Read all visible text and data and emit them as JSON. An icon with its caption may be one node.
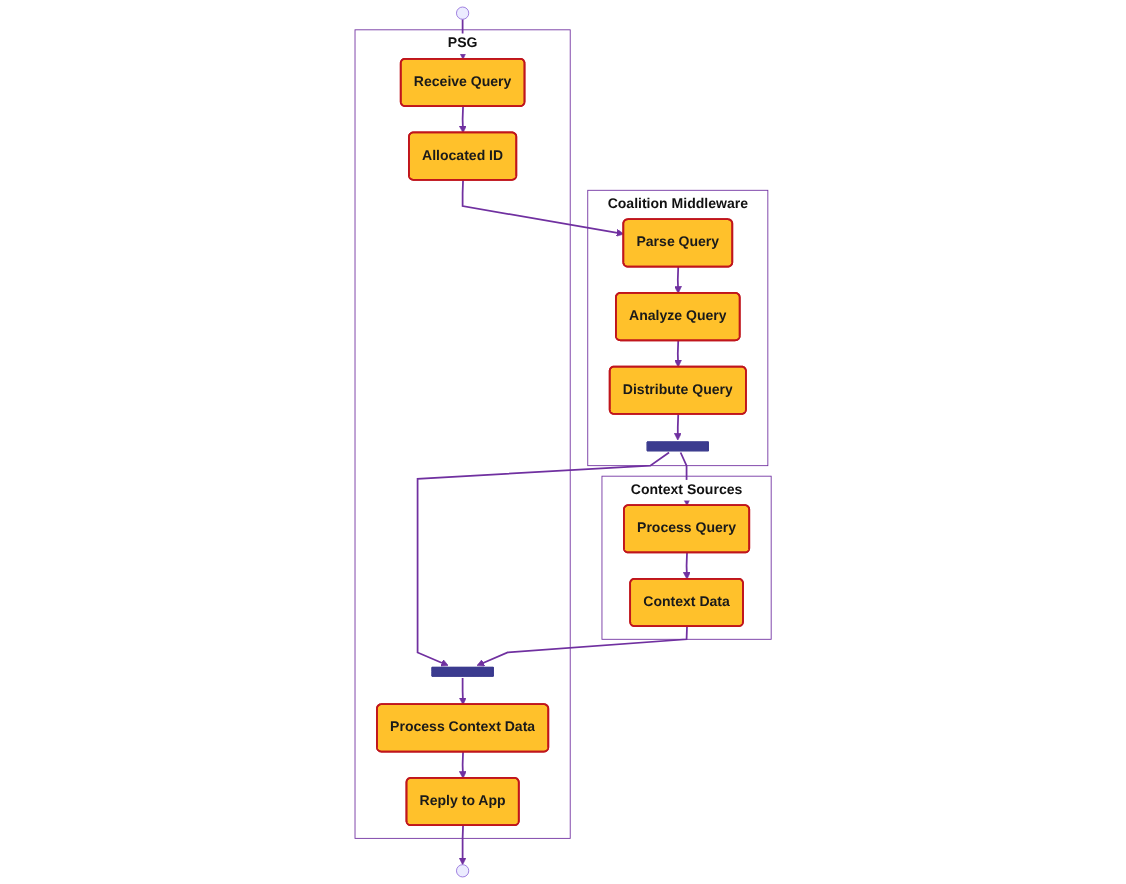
{
  "diagram": {
    "nodes": [
      {
        "text": [
          "PSG"
        ]
      },
      {
        "text": [
          "Coalition Middleware"
        ]
      },
      {
        "text": [
          "Context Sources"
        ]
      },
      {
        "text": [],
        "shape": "circle"
      },
      {
        "text": [
          "Receive Query"
        ],
        "in": 0
      },
      {
        "text": [
          "Allocated ID"
        ],
        "in": 0
      },
      {
        "text": [
          "Parse Query"
        ],
        "in": 1
      },
      {
        "text": [
          "Analyze Query"
        ],
        "in": 1
      },
      {
        "text": [
          "Distribute Query"
        ],
        "in": 1
      },
      {
        "text": [],
        "shape": "bar",
        "in": 1
      },
      {
        "text": [
          "Process Query"
        ],
        "in": 2
      },
      {
        "text": [
          "Context Data"
        ],
        "in": 2
      },
      {
        "text": [],
        "shape": "bar",
        "in": 0
      },
      {
        "text": [
          "Process Context Data"
        ],
        "in": 0
      },
      {
        "text": [
          "Reply to App"
        ],
        "in": 0
      },
      {
        "text": [],
        "shape": "circle"
      }
    ],
    "edges": [
      {
        "from": 3,
        "to": 4,
        "arrow": "to"
      },
      {
        "from": 4,
        "to": 5,
        "arrow": "to"
      },
      {
        "from": 5,
        "to": 6,
        "arrow": "to"
      },
      {
        "from": 6,
        "to": 7,
        "arrow": "to"
      },
      {
        "from": 7,
        "to": 8,
        "arrow": "to"
      },
      {
        "from": 8,
        "to": 9,
        "arrow": "to"
      },
      {
        "from": 9,
        "to": 12,
        "arrow": "to"
      },
      {
        "from": 9,
        "to": 10,
        "arrow": "to"
      },
      {
        "from": 10,
        "to": 11,
        "arrow": "to"
      },
      {
        "from": 11,
        "to": 12,
        "arrow": "to"
      },
      {
        "from": 12,
        "to": 13,
        "arrow": "to"
      },
      {
        "from": 13,
        "to": 14,
        "arrow": "to"
      },
      {
        "from": 14,
        "to": 15,
        "arrow": "to"
      }
    ]
  }
}
